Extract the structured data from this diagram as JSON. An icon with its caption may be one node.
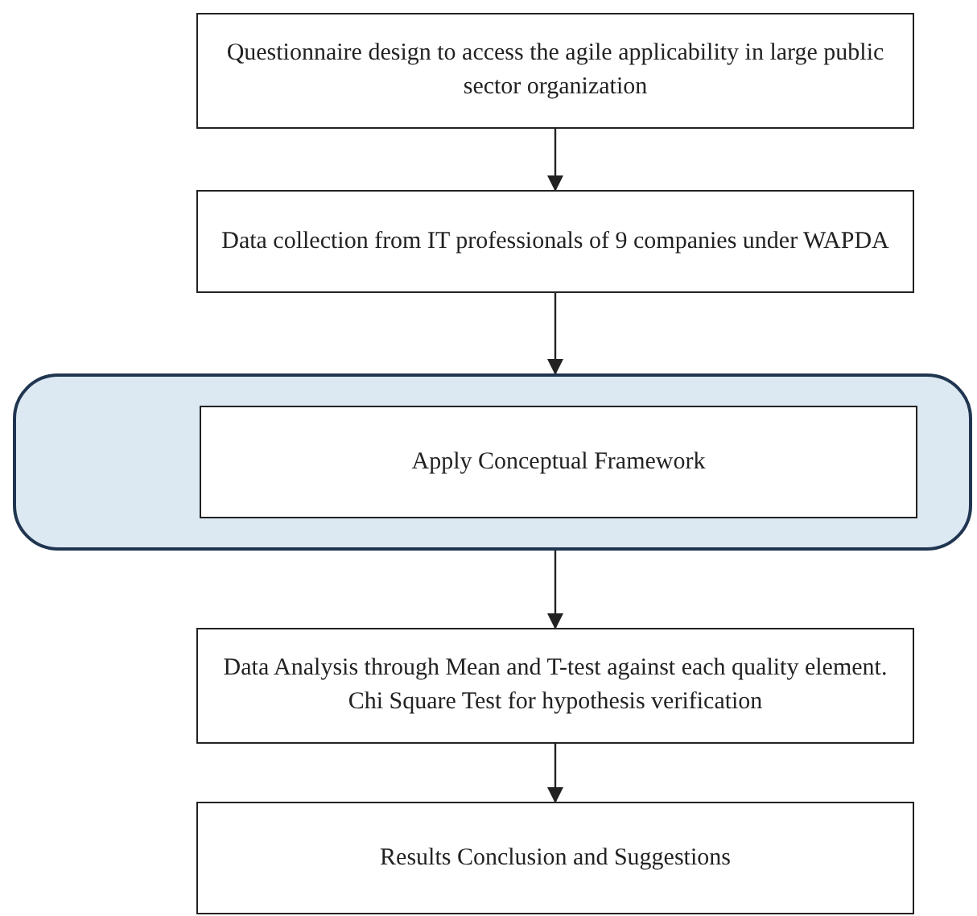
{
  "diagram": {
    "nodes": [
      {
        "text": [
          "Questionnaire design to access the agile applicability in large public sector organization"
        ]
      },
      {
        "text": [
          "Data collection from IT professionals of 9 companies under WAPDA"
        ]
      },
      {
        "text": [],
        "shape": "box"
      },
      {
        "text": [
          "Apply Conceptual Framework"
        ],
        "in": 2
      },
      {
        "text": [
          "Data Analysis through Mean and T-test against each quality element. Chi Square Test for hypothesis verification"
        ]
      },
      {
        "text": [
          "Results Conclusion and Suggestions"
        ]
      }
    ],
    "edges": [
      {
        "from": 0,
        "to": 1,
        "arrow": "to"
      },
      {
        "from": 1,
        "to": 2,
        "arrow": "to"
      },
      {
        "from": 2,
        "to": 4,
        "arrow": "to"
      },
      {
        "from": 4,
        "to": 5,
        "arrow": "to"
      }
    ]
  }
}
